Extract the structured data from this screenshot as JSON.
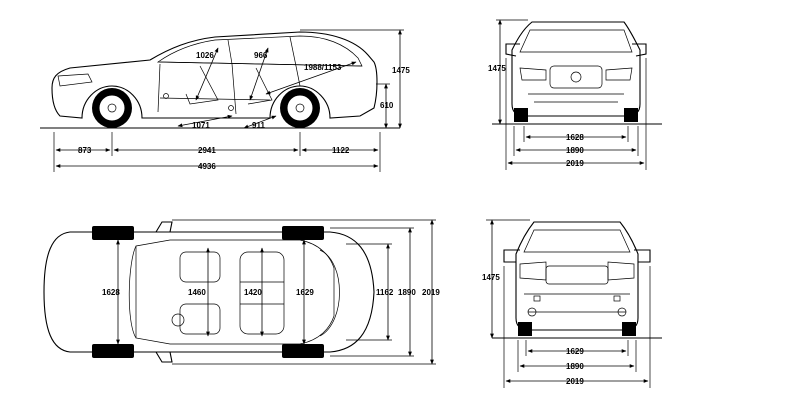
{
  "side_view": {
    "interior_front": "1026",
    "interior_rear": "966",
    "cargo": "1988/1153",
    "height": "1475",
    "ground_clearance": "610",
    "front_legroom": "1071",
    "rear_legroom": "911",
    "front_overhang": "873",
    "wheelbase": "2941",
    "rear_overhang": "1122",
    "length": "4936"
  },
  "front_view": {
    "height": "1475",
    "track": "1628",
    "width": "1890",
    "width_mirrors": "2019"
  },
  "top_view": {
    "front_track": "1628",
    "front_shoulder": "1460",
    "rear_shoulder": "1420",
    "rear_track": "1629",
    "cargo_width": "1162",
    "width": "1890",
    "width_mirrors": "2019"
  },
  "rear_view": {
    "height": "1475",
    "track": "1629",
    "width": "1890",
    "width_mirrors": "2019"
  }
}
